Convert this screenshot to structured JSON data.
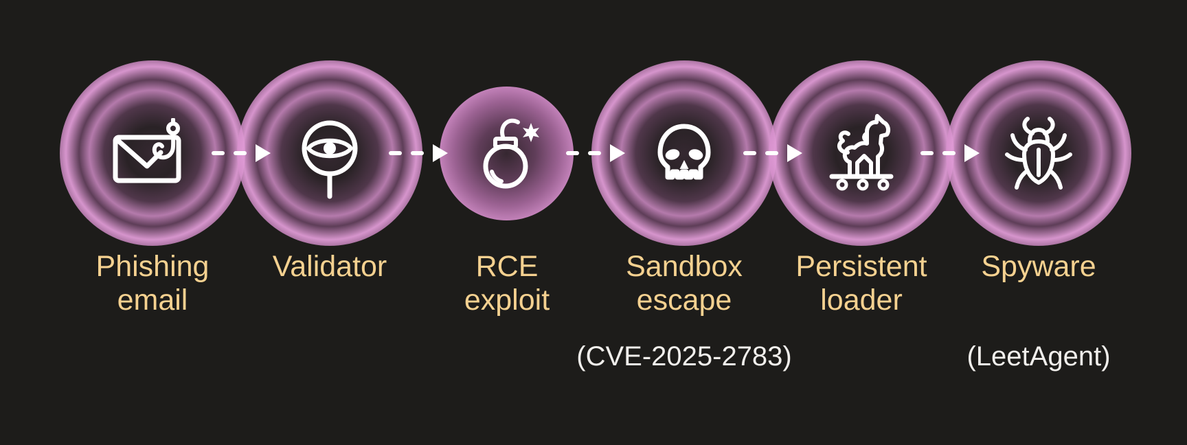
{
  "diagram": {
    "name": "attack-chain-flow",
    "background": "#1d1c1a"
  },
  "colors": {
    "background": "#1d1c1a",
    "glow_pink": "#d28fca",
    "glow_deep": "#a2639a",
    "label_gold": "#f5d190",
    "sublabel_white": "#f1efec",
    "icon_white": "#ffffff"
  },
  "nodes": [
    {
      "label": "Phishing\nemail",
      "icon": "envelope-fishhook-icon",
      "glow": "rings"
    },
    {
      "label": "Validator",
      "icon": "eye-lens-icon",
      "glow": "rings"
    },
    {
      "label": "RCE\nexploit",
      "icon": "bomb-icon",
      "glow": "solid"
    },
    {
      "label": "Sandbox\nescape",
      "sublabel": "(CVE-2025-2783)",
      "icon": "skull-icon",
      "glow": "rings"
    },
    {
      "label": "Persistent\nloader",
      "icon": "trojan-horse-icon",
      "glow": "rings"
    },
    {
      "label": "Spyware",
      "sublabel": "(LeetAgent)",
      "icon": "bug-icon",
      "glow": "rings"
    }
  ],
  "connectors": {
    "count": 5,
    "style": "dashed-arrow",
    "direction": "right"
  }
}
